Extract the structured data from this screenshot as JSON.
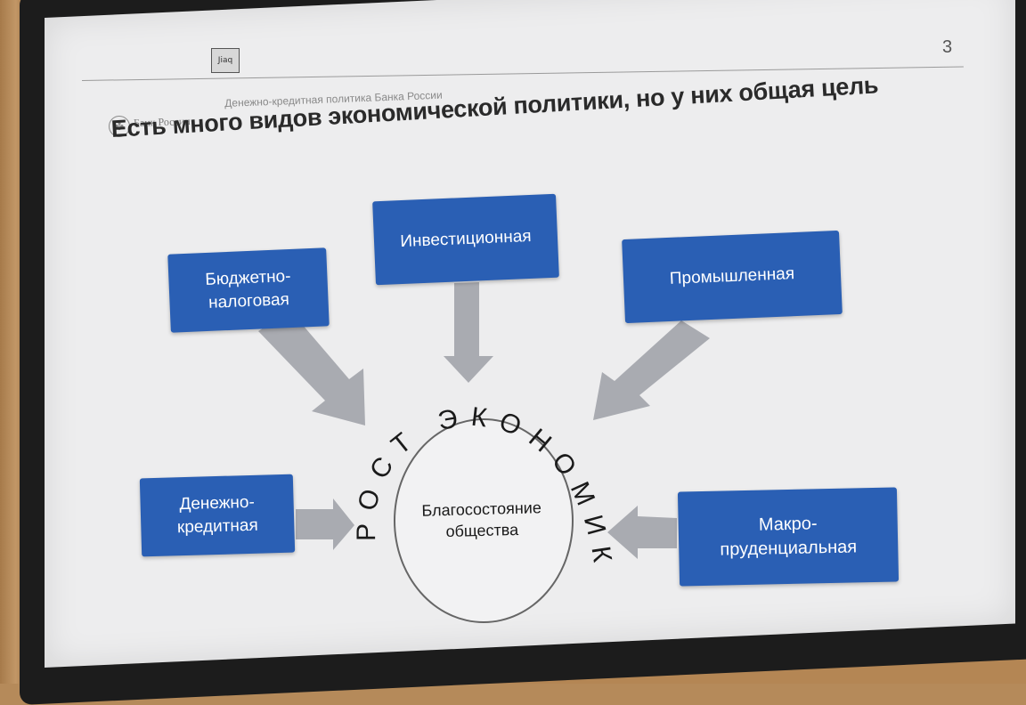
{
  "slide": {
    "page_number": "3",
    "bank_name": "Банк России",
    "subtitle": "Денежно-кредитная политика Банка России",
    "title": "Есть много видов экономической политики, но у них общая цель"
  },
  "tag": {
    "label": "Jiaq"
  },
  "diagram": {
    "boxes": [
      {
        "id": "budget",
        "label": "Бюджетно-\nналоговая"
      },
      {
        "id": "investment",
        "label": "Инвестиционная"
      },
      {
        "id": "industrial",
        "label": "Промышленная"
      },
      {
        "id": "monetary",
        "label": "Денежно-\nкредитная"
      },
      {
        "id": "macro",
        "label": "Макро-\nпруденциальная"
      }
    ],
    "arc_text": "РОСТ ЭКОНОМИКИ",
    "center_label": "Благосостояние\nобщества",
    "colors": {
      "box": "#2a5fb4",
      "arrow": "#a9abb1",
      "text_dark": "#1a1a1a"
    }
  }
}
